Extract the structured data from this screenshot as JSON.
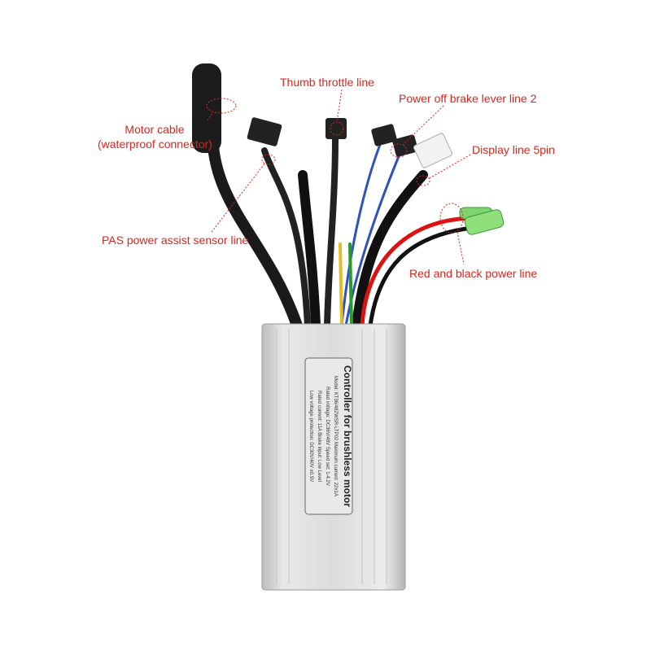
{
  "annotations": {
    "motor_cable": "Motor cable",
    "motor_cable_note": "(waterproof connector)",
    "thumb_throttle": "Thumb throttle line",
    "brake_lever": "Power off brake lever line 2",
    "display": "Display line  5pin",
    "pas_sensor": "PAS power assist sensor line",
    "power_line": "Red and black power line"
  },
  "controller_label": {
    "title": "Controller for brushless motor",
    "lines": [
      "Model: KT36/48ZWSR-LTP02  Maximum current: 22±1A",
      "Rated voltage: DC36V/48V     Speed set: 1-4.2V",
      "Rated current:   11A          Brake input: Low Level",
      "Low voltage protection:     DC30V/40V ±0.5V"
    ]
  },
  "colors": {
    "annotation": "#d4281f",
    "housing": "#d8d8d8"
  }
}
